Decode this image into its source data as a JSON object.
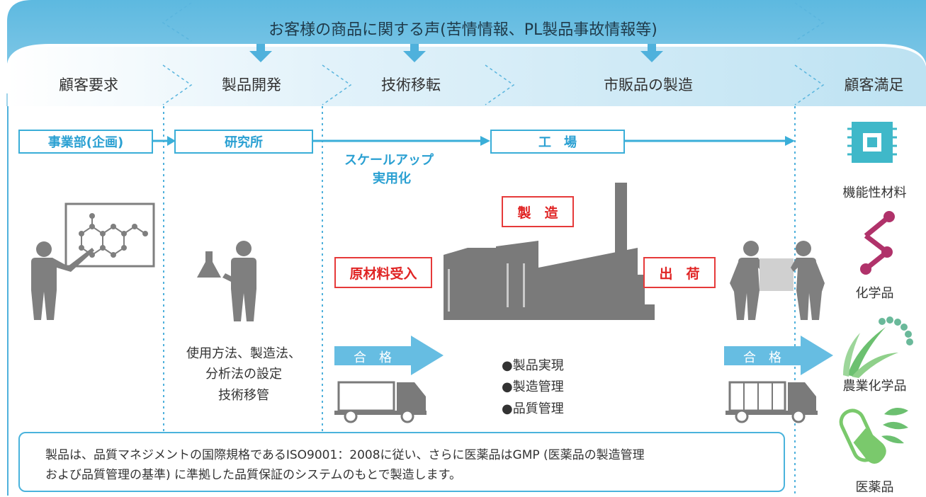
{
  "header": {
    "banner": "お客様の商品に関する声(苦情情報、PL製品事故情報等)",
    "stages": [
      "顧客要求",
      "製品開発",
      "技術移転",
      "市販品の製造",
      "顧客満足"
    ]
  },
  "flow": {
    "box_division": "事業部(企画)",
    "box_lab": "研究所",
    "box_factory": "工　場",
    "scaleup_line1": "スケールアップ",
    "scaleup_line2": "実用化"
  },
  "lab": {
    "tasks": [
      "使用方法、製造法、",
      "分析法の設定",
      "技術移管"
    ]
  },
  "factory": {
    "manufacture": "製　造",
    "raw_material": "原材料受入",
    "shipment": "出　荷",
    "pass_label_1": "合　格",
    "pass_label_2": "合　格",
    "bullets": [
      "●製品実現",
      "●製造管理",
      "●品質管理"
    ]
  },
  "products": [
    {
      "label": "機能性材料",
      "icon": "chip-icon"
    },
    {
      "label": "化学品",
      "icon": "molecule-icon"
    },
    {
      "label": "農業化学品",
      "icon": "rice-plant-icon"
    },
    {
      "label": "医薬品",
      "icon": "capsule-icon"
    }
  ],
  "note": {
    "line1": "製品は、品質マネジメントの国際規格であるISO9001：2008に従い、さらに医薬品はGMP (医薬品の製造管理",
    "line2": "および品質管理の基準) に準拠した品質保証のシステムのもとで製造します。"
  },
  "colors": {
    "accent_blue": "#3aaed8",
    "banner_blue": "#5ab5de",
    "light_blue": "#cfe8f4",
    "red": "#e02424",
    "icon_gray": "#7f7f7f",
    "product_teal": "#3fb8c9",
    "product_magenta": "#b0326a",
    "product_green": "#6cc070"
  }
}
